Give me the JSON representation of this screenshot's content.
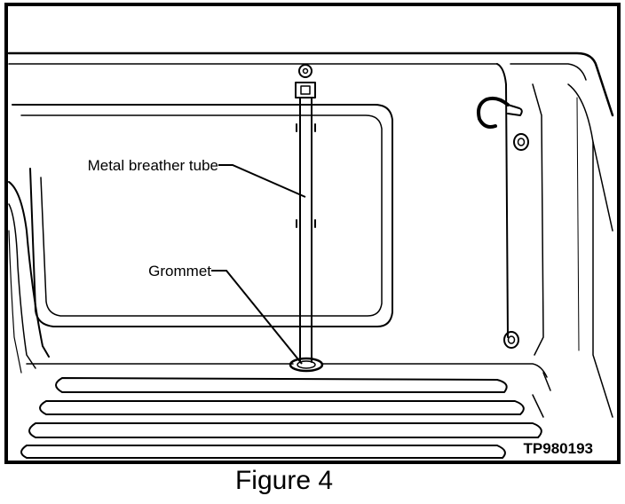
{
  "figure": {
    "callouts": {
      "breather_tube": "Metal breather tube",
      "grommet": "Grommet"
    },
    "drawing_code": "TP980193",
    "caption": "Figure 4"
  },
  "colors": {
    "ink": "#000000",
    "paper": "#ffffff"
  }
}
